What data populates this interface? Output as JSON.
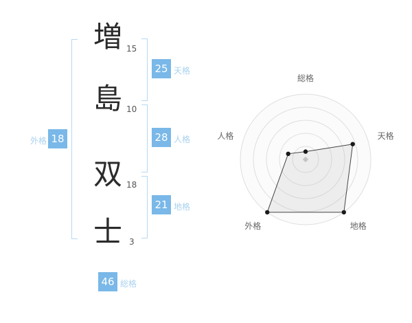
{
  "name": {
    "characters": [
      {
        "char": "増",
        "strokes": "15"
      },
      {
        "char": "島",
        "strokes": "10"
      },
      {
        "char": "双",
        "strokes": "18"
      },
      {
        "char": "士",
        "strokes": "3"
      }
    ]
  },
  "scores": {
    "tenkaku": {
      "value": "25",
      "label": "天格"
    },
    "jinkaku": {
      "value": "28",
      "label": "人格"
    },
    "chikaku": {
      "value": "21",
      "label": "地格"
    },
    "gaikaku": {
      "value": "18",
      "label": "外格"
    },
    "soukaku": {
      "value": "46",
      "label": "総格"
    }
  },
  "colors": {
    "badge_blue": "#79b8e8",
    "label_blue": "#a9d2ef",
    "bracket_blue": "#b7d9f1"
  },
  "chart_data": {
    "type": "radar",
    "axes": [
      "総格",
      "天格",
      "地格",
      "外格",
      "人格"
    ],
    "values": [
      12,
      76,
      100,
      100,
      28
    ],
    "max": 100,
    "rings": 5,
    "ring_color": "#dedede",
    "outer_fill": "#fbfbfb",
    "fill_color": "rgba(180,180,180,0.18)",
    "stroke_color": "#444444",
    "dot_color": "#1a1a1a",
    "center_marker_color": "#c4c4c4",
    "label_color": "#666666"
  }
}
